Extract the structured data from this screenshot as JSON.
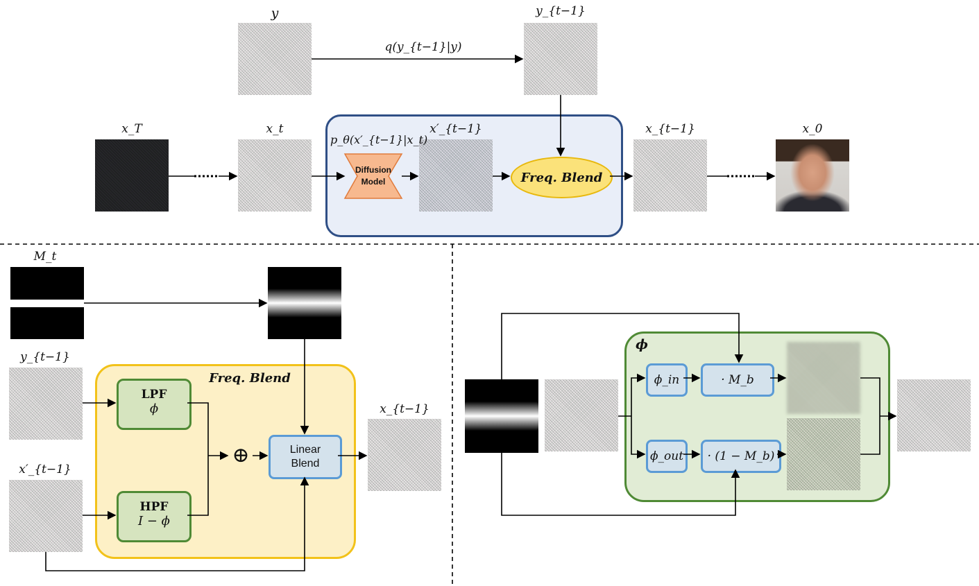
{
  "top": {
    "y_label": "y",
    "y_tminus1_label": "y_{t−1}",
    "q_label": "q(y_{t−1}|y)",
    "xT_label": "x_T",
    "xt_label": "x_t",
    "p_label": "p_θ(x′_{t−1}|x_t)",
    "xprime_label": "x′_{t−1}",
    "xtminus1_label": "x_{t−1}",
    "x0_label": "x_0",
    "diffusion_model_line1": "Diffusion",
    "diffusion_model_line2": "Model",
    "freq_blend": "Freq. Blend"
  },
  "bottom_left": {
    "Mt_label": "M_t",
    "y_tminus1_label": "y_{t−1}",
    "xprime_label": "x′_{t−1}",
    "container_title": "Freq. Blend",
    "lpf_title": "LPF",
    "lpf_sym": "ϕ",
    "hpf_title": "HPF",
    "hpf_sym": "I − ϕ",
    "plus_symbol": "⊕",
    "linear_blend_line1": "Linear",
    "linear_blend_line2": "Blend",
    "output_label": "x_{t−1}"
  },
  "bottom_right": {
    "container_title": "ϕ",
    "phi_in": "ϕ_in",
    "phi_out": "ϕ_out",
    "mul_mb": "· M_b",
    "mul_one_minus_mb": "· (1 − M_b)"
  },
  "colors": {
    "blue_container_border": "#2f4f86",
    "yellow_container_border": "#f2c21a",
    "green_container_border": "#4f8a35",
    "diffusion_fill": "#f7b98f",
    "freq_blend_fill": "#fbe27a"
  }
}
